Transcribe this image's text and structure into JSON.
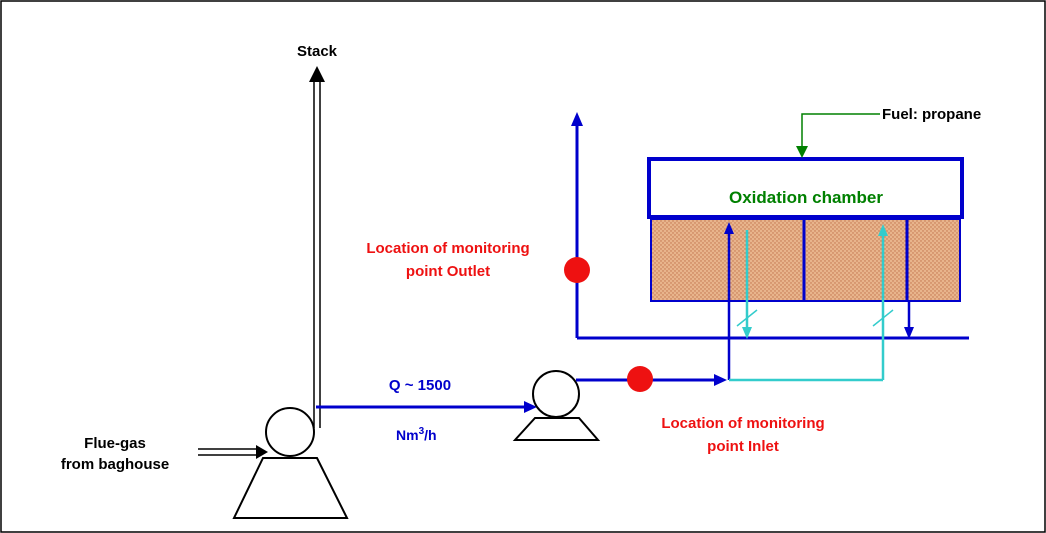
{
  "labels": {
    "stack": "Stack",
    "fuel": "Fuel: propane",
    "oxidation_chamber": "Oxidation chamber",
    "outlet_line1": "Location of monitoring",
    "outlet_line2": "point Outlet",
    "inlet_line1": "Location of monitoring",
    "inlet_line2": "point Inlet",
    "flow_line1": "Q ~ 1500",
    "flow_unit_nm": "Nm",
    "flow_unit_sup": "3",
    "flow_unit_h": "/h",
    "source_line1": "Flue-gas",
    "source_line2": "from baghouse"
  },
  "colors": {
    "black": "#000000",
    "blue": "#0000cc",
    "cyan": "#33cccc",
    "green": "#008000",
    "red": "#ee1111",
    "bed_fill": "#e8b48c",
    "bed_dots": "#c0704a"
  }
}
